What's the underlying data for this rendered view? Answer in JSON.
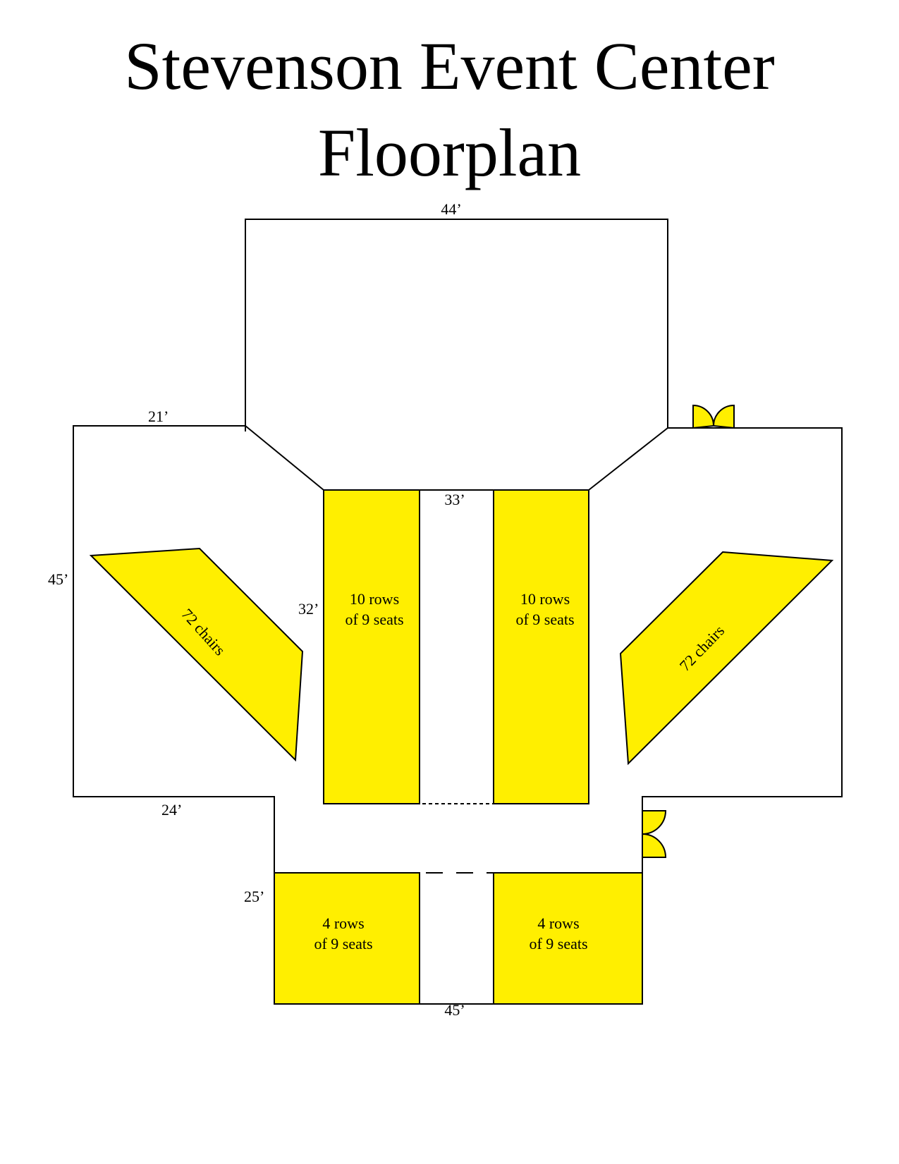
{
  "title_line1": "Stevenson Event Center",
  "title_line2": "Floorplan",
  "colors": {
    "seating": "#ffef00",
    "walls": "#000000",
    "background": "#ffffff"
  },
  "dimensions": {
    "top": "44’",
    "left_upper": "21’",
    "left_side": "45’",
    "left_lower": "24’",
    "center_width": "33’",
    "center_height": "32’",
    "bottom_height": "25’",
    "bottom_width": "45’"
  },
  "seating": {
    "center_left": {
      "line1": "10 rows",
      "line2": "of 9 seats"
    },
    "center_right": {
      "line1": "10 rows",
      "line2": "of 9 seats"
    },
    "left_wing": "72 chairs",
    "right_wing": "72 chairs",
    "bottom_left": {
      "line1": "4 rows",
      "line2": "of 9 seats"
    },
    "bottom_right": {
      "line1": "4 rows",
      "line2": "of 9 seats"
    }
  },
  "icons": {
    "door_top": "double-door-icon",
    "door_right": "double-door-icon"
  }
}
